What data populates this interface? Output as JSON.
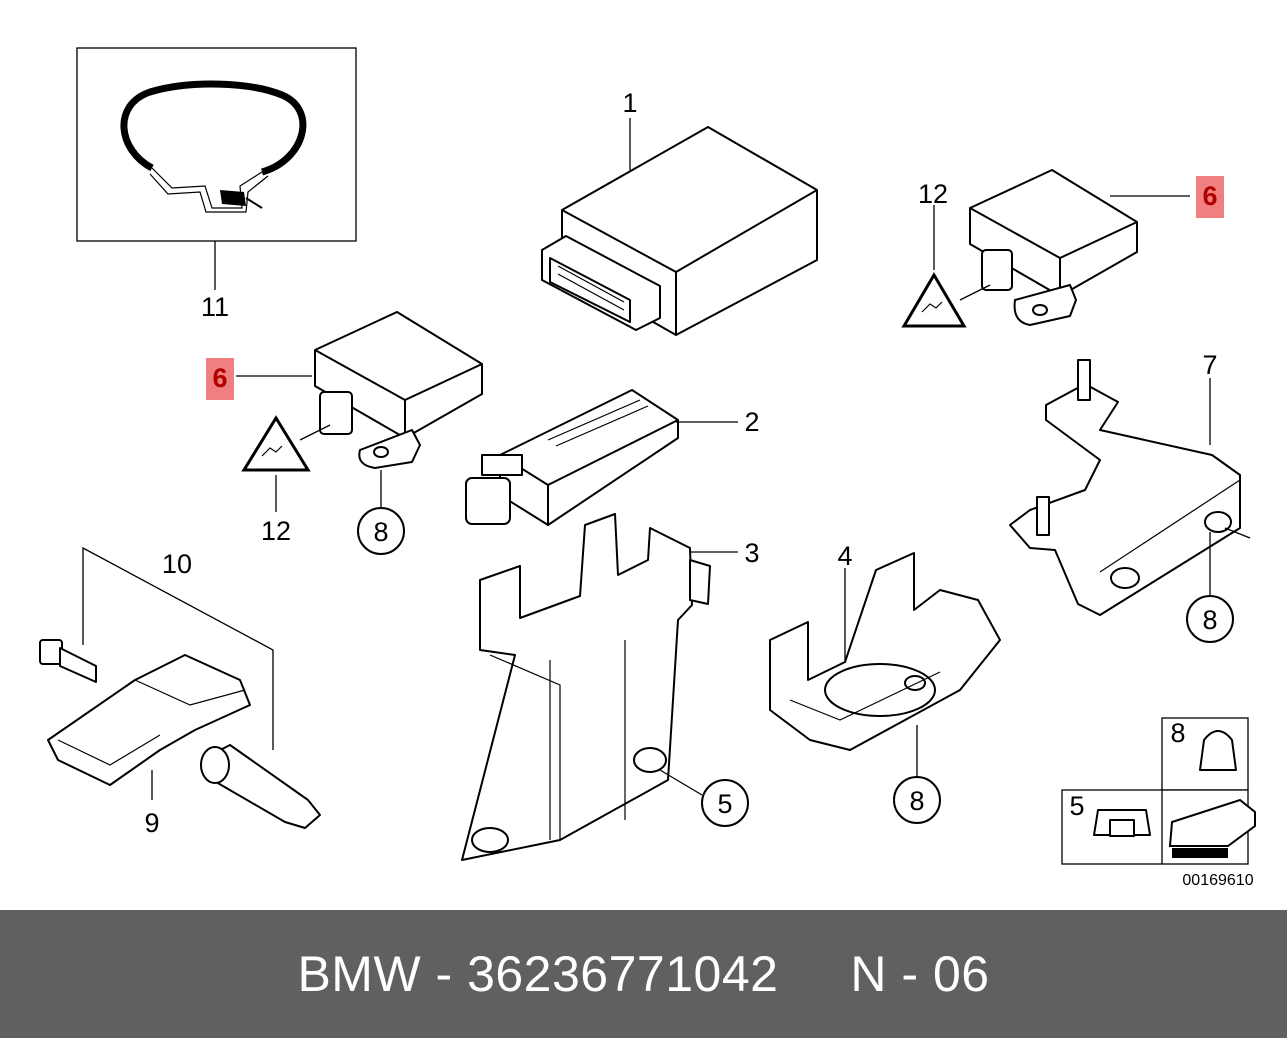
{
  "diagram": {
    "callouts": {
      "c1": "1",
      "c2": "2",
      "c3": "3",
      "c4": "4",
      "c5": "5",
      "c6a": "6",
      "c6b": "6",
      "c7": "7",
      "c8a": "8",
      "c8b": "8",
      "c8c": "8",
      "c9": "9",
      "c10": "10",
      "c11": "11",
      "c12a": "12",
      "c12b": "12",
      "legend8": "8",
      "legend5": "5"
    },
    "drawing_number": "00169610",
    "highlight_color": "#f08080"
  },
  "footer": {
    "text": "BMW - 36236771042     N - 06"
  }
}
